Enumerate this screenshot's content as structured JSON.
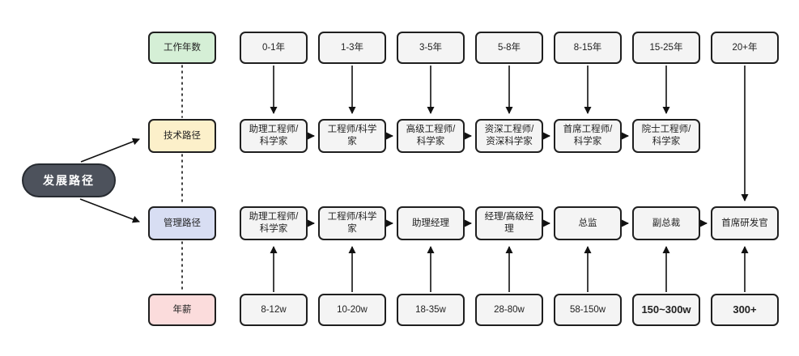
{
  "root_node": {
    "label": "发展路径"
  },
  "row_labels": {
    "years": "工作年数",
    "tech": "技术路径",
    "management": "管理路径",
    "salary": "年薪"
  },
  "years": [
    "0-1年",
    "1-3年",
    "3-5年",
    "5-8年",
    "8-15年",
    "15-25年",
    "20+年"
  ],
  "tech_path": [
    "助理工程师/科学家",
    "工程师/科学家",
    "高级工程师/科学家",
    "资深工程师/资深科学家",
    "首席工程师/科学家",
    "院士工程师/科学家"
  ],
  "management_path": [
    "助理工程师/科学家",
    "工程师/科学家",
    "助理经理",
    "经理/高级经理",
    "总监",
    "副总裁",
    "首席研发官"
  ],
  "salary": [
    "8-12w",
    "10-20w",
    "18-35w",
    "28-80w",
    "58-150w",
    "150~300w",
    "300+"
  ],
  "colors": {
    "years_label_bg": "#d5efd6",
    "tech_label_bg": "#fcf0ca",
    "management_label_bg": "#d8def3",
    "salary_label_bg": "#fbdcdc",
    "root_bg": "#4d525c",
    "node_bg": "#f4f4f4",
    "border": "#1f1f1f",
    "arrow": "#111111"
  }
}
